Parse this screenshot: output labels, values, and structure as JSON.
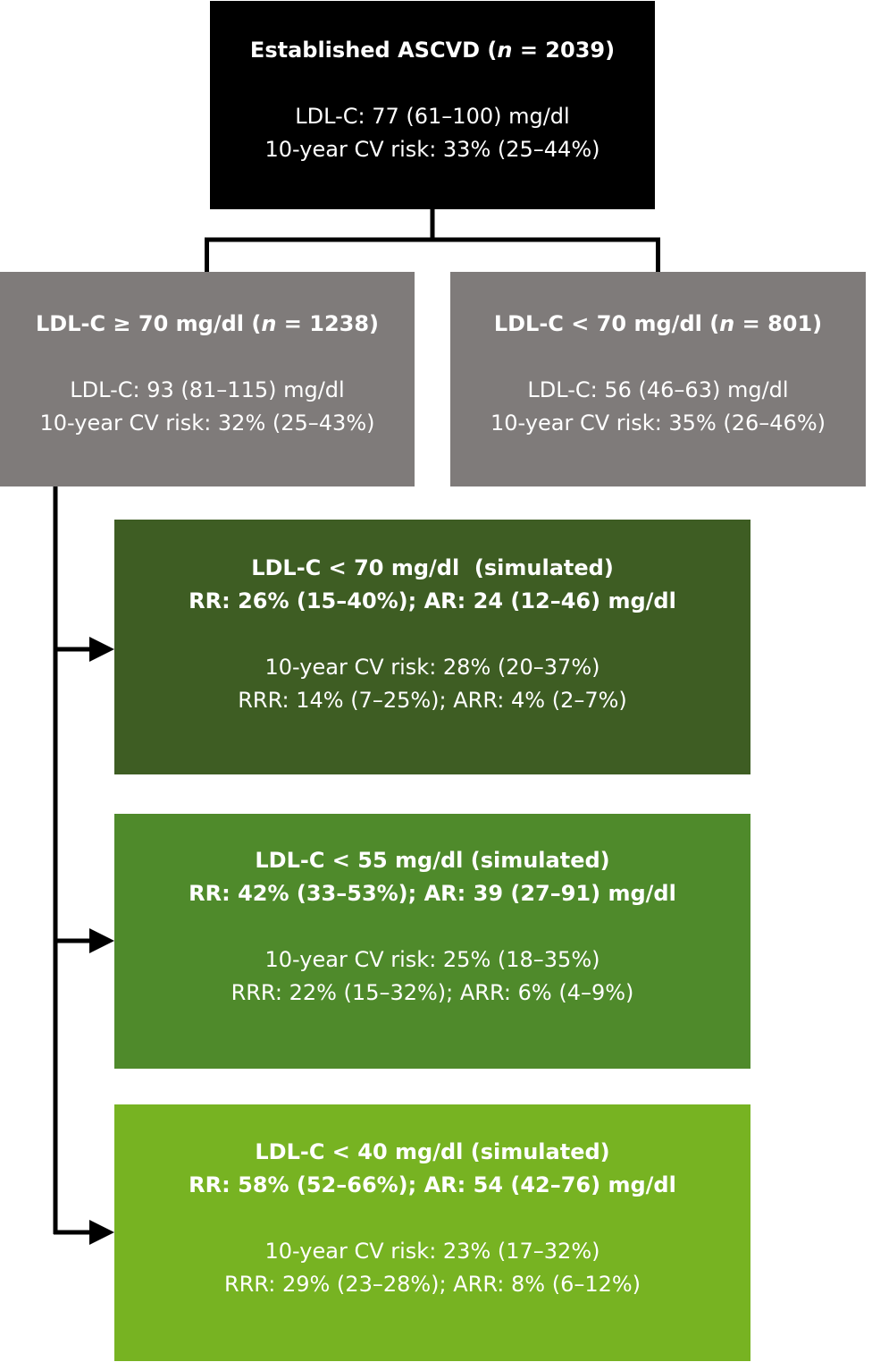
{
  "top": {
    "title_prefix": "Established ASCVD (",
    "title_n": "n",
    "title_suffix": " = 2039)",
    "line1": "LDL-C: 77 (61–100) mg/dl",
    "line2": "10-year CV risk: 33% (25–44%)"
  },
  "left": {
    "title_prefix": "LDL-C ≥ 70 mg/dl (",
    "title_n": "n",
    "title_suffix": " = 1238)",
    "line1": "LDL-C: 93 (81–115) mg/dl",
    "line2": "10-year CV risk: 32% (25–43%)"
  },
  "right": {
    "title_prefix": "LDL-C < 70 mg/dl (",
    "title_n": "n",
    "title_suffix": " = 801)",
    "line1": "LDL-C: 56 (46–63) mg/dl",
    "line2": "10-year CV risk: 35% (26–46%)"
  },
  "simulated": [
    {
      "title": "LDL-C < 70 mg/dl  (simulated)",
      "reduction": "RR: 26% (15–40%); AR: 24 (12–46) mg/dl",
      "risk": "10-year CV risk: 28% (20–37%)",
      "risk_reduction": "RRR: 14% (7–25%); ARR: 4% (2–7%)"
    },
    {
      "title": "LDL-C < 55 mg/dl (simulated)",
      "reduction": "RR: 42% (33–53%); AR: 39 (27–91) mg/dl",
      "risk": "10-year CV risk: 25% (18–35%)",
      "risk_reduction": "RRR: 22% (15–32%); ARR: 6% (4–9%)"
    },
    {
      "title": "LDL-C < 40 mg/dl (simulated)",
      "reduction": "RR: 58% (52–66%); AR: 54 (42–76) mg/dl",
      "risk": "10-year CV risk: 23% (17–32%)",
      "risk_reduction": "RRR: 29% (23–28%); ARR: 8% (6–12%)"
    }
  ],
  "colors": {
    "top_box": "#000000",
    "group_box": "#7f7b7a",
    "sim_dark": "#3e5d23",
    "sim_mid": "#4f8a2b",
    "sim_light": "#77b322",
    "connector": "#000000"
  }
}
